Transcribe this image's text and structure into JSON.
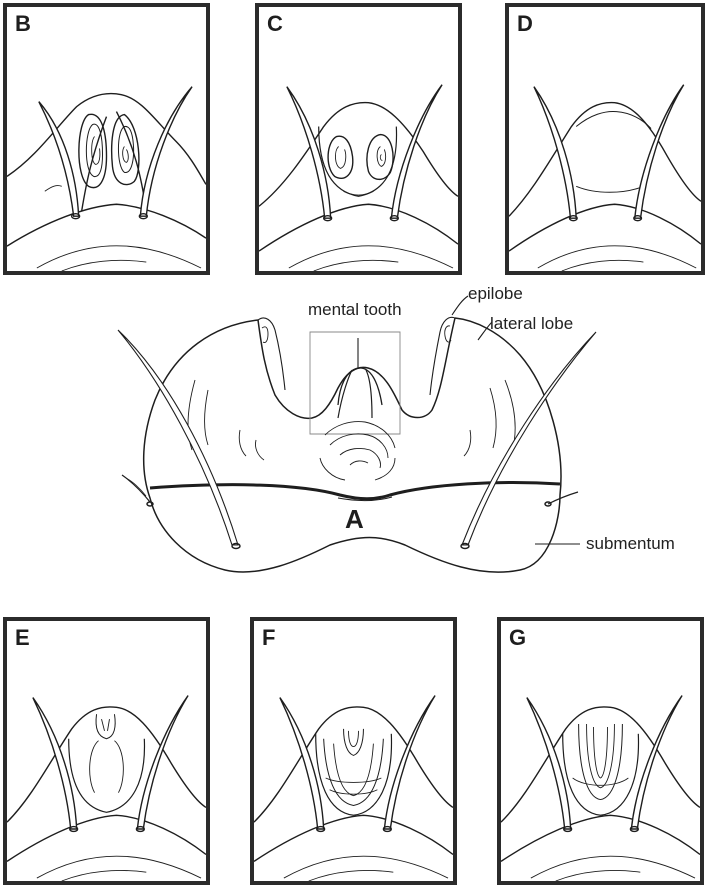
{
  "panels": {
    "B": "B",
    "C": "C",
    "D": "D",
    "E": "E",
    "F": "F",
    "G": "G"
  },
  "main": {
    "label": "A",
    "annotations": {
      "mental_tooth": "mental tooth",
      "epilobe": "epilobe",
      "lateral_lobe": "lateral lobe",
      "submentum": "submentum"
    }
  }
}
